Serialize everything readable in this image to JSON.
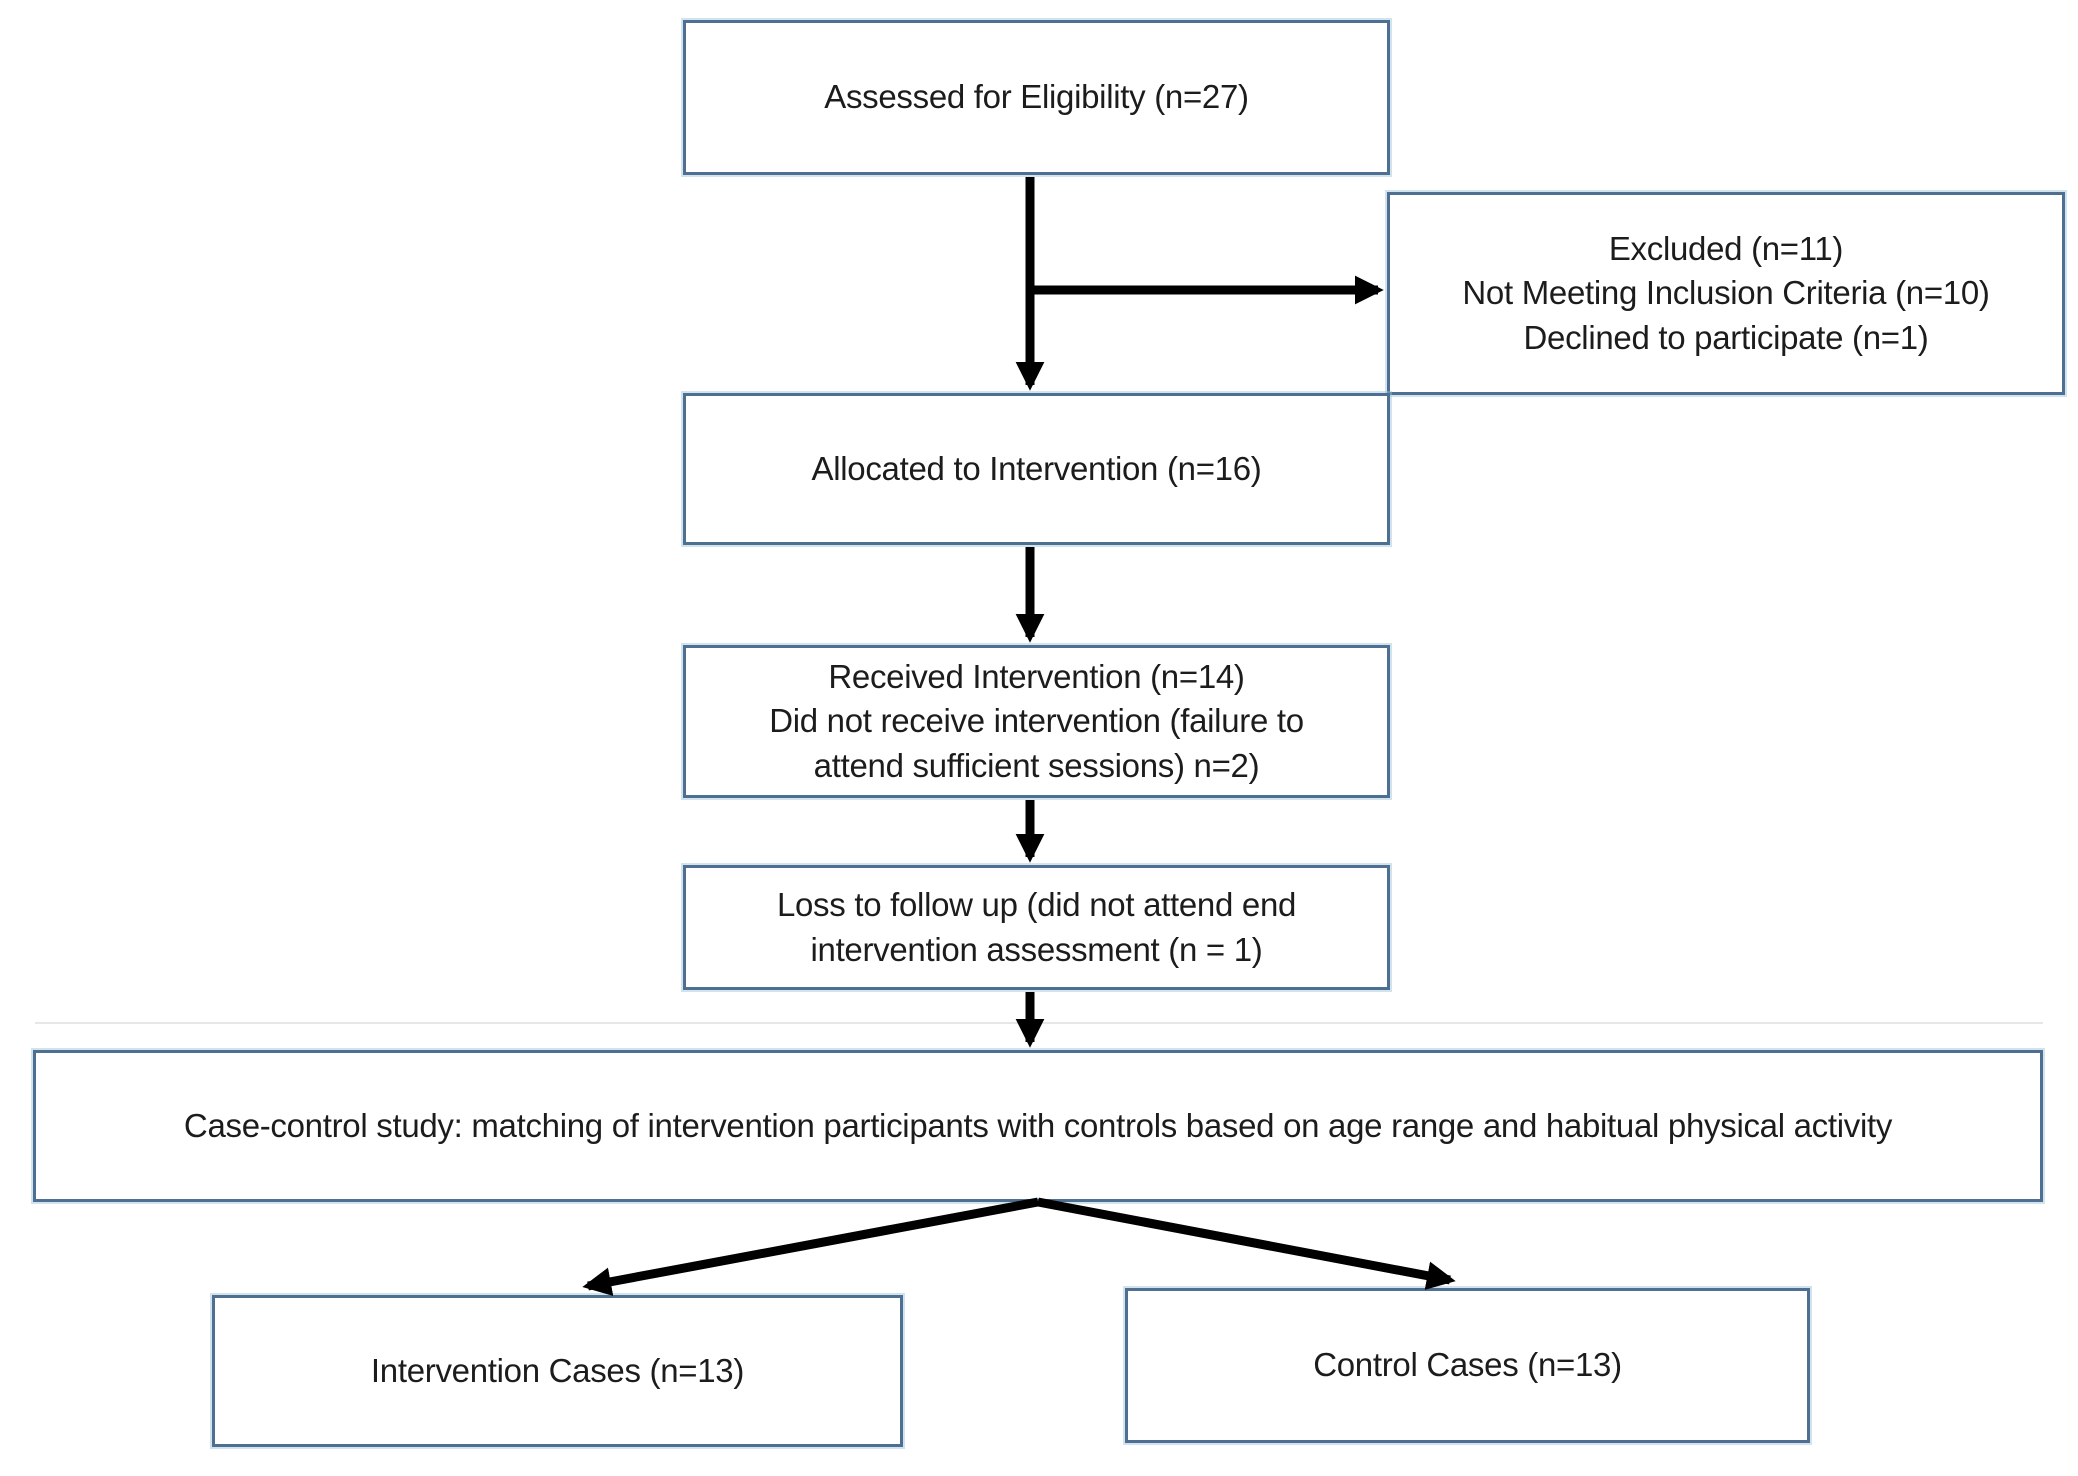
{
  "diagram": {
    "kind": "participant-flow-diagram",
    "colors": {
      "box_border": "#4e6f91",
      "box_halo": "#9ac0d8",
      "arrow": "#000000",
      "text": "#1c1c1c",
      "background": "#ffffff"
    }
  },
  "nodes": {
    "assessed": {
      "lines": [
        "Assessed for Eligibility (n=27)"
      ]
    },
    "excluded": {
      "lines": [
        "Excluded (n=11)",
        "Not Meeting Inclusion Criteria (n=10)",
        "Declined to participate (n=1)"
      ]
    },
    "allocated": {
      "lines": [
        "Allocated to Intervention (n=16)"
      ]
    },
    "received": {
      "lines": [
        "Received Intervention (n=14)",
        "Did not receive intervention (failure to",
        "attend sufficient sessions) n=2)"
      ]
    },
    "loss": {
      "lines": [
        "Loss to follow up (did not attend end",
        "intervention assessment (n = 1)"
      ]
    },
    "case_control": {
      "lines": [
        "Case-control study: matching of intervention participants with controls based on age range and habitual physical activity"
      ]
    },
    "intervention_cases": {
      "lines": [
        "Intervention Cases (n=13)"
      ]
    },
    "control_cases": {
      "lines": [
        "Control Cases (n=13)"
      ]
    }
  },
  "edges": [
    {
      "from": "assessed",
      "to": "allocated"
    },
    {
      "from": "assessed",
      "to": "excluded"
    },
    {
      "from": "allocated",
      "to": "received"
    },
    {
      "from": "received",
      "to": "loss"
    },
    {
      "from": "loss",
      "to": "case_control"
    },
    {
      "from": "case_control",
      "to": "intervention_cases"
    },
    {
      "from": "case_control",
      "to": "control_cases"
    }
  ]
}
